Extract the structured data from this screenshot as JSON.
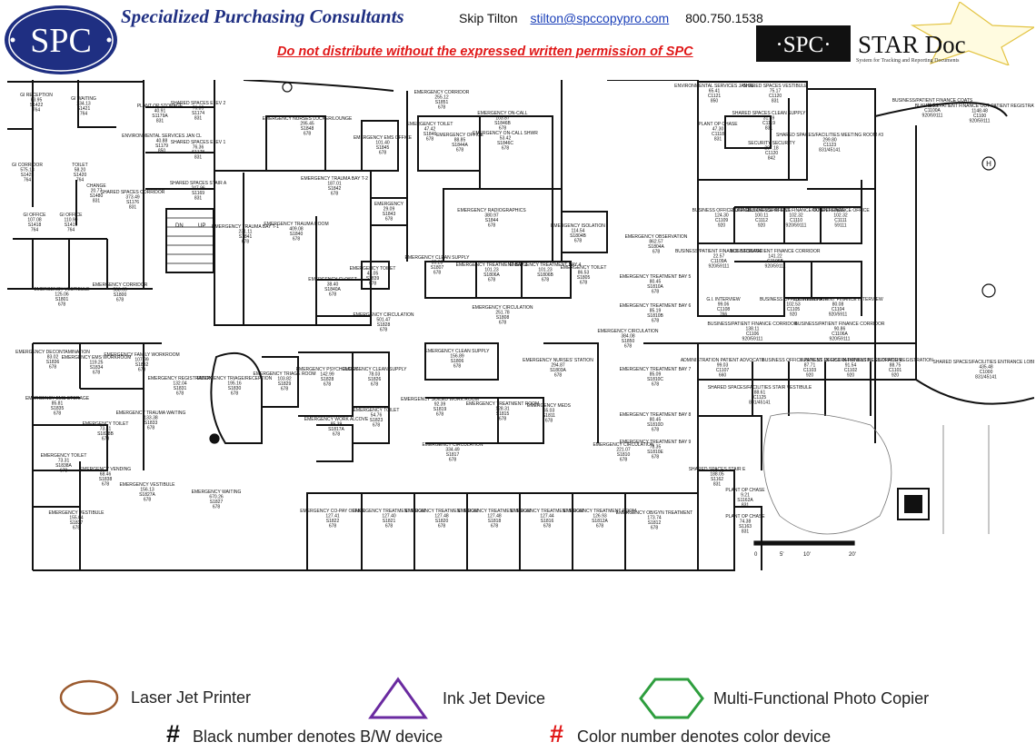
{
  "header": {
    "logo_text": "SPC",
    "company_name": "Specialized Purchasing Consultants",
    "contact_name": "Skip Tilton",
    "contact_email": "stilton@spccopypro.com",
    "contact_phone": "800.750.1538",
    "warning": "Do not distribute without the expressed written permission of SPC",
    "stardoc_brand": "·SPC·",
    "stardoc_title": "STAR Doc",
    "stardoc_tagline": "System for Tracking and Reporting Documents"
  },
  "rooms": [
    {
      "name": "GI RECEPTION",
      "area": "83.95",
      "number": "S1422",
      "dept": "764"
    },
    {
      "name": "GI WAITING",
      "area": "234.13",
      "number": "S1421",
      "dept": "764"
    },
    {
      "name": "GI CORRIDOR",
      "area": "575.13",
      "number": "S1425",
      "dept": "764"
    },
    {
      "name": "TOILET",
      "area": "58.20",
      "number": "S1420",
      "dept": "764"
    },
    {
      "name": "CHANGE",
      "area": "20.77",
      "number": "S1480",
      "dept": "831"
    },
    {
      "name": "GI OFFICE",
      "area": "107.08",
      "number": "S1418",
      "dept": "764"
    },
    {
      "name": "GI OFFICE",
      "area": "110.90",
      "number": "S1419",
      "dept": "764"
    },
    {
      "name": "PLANT OP STORAGE",
      "area": "40.91",
      "number": "S1179A",
      "dept": "831"
    },
    {
      "name": "SHARED SPACES ELEV 2",
      "area": "70.85",
      "number": "S1174",
      "dept": "831"
    },
    {
      "name": "ENVIRONMENTAL SERVICES JAN CL",
      "area": "40.88",
      "number": "S1179",
      "dept": "850"
    },
    {
      "name": "SHARED SPACES ELEV 1",
      "area": "76.36",
      "number": "S1178",
      "dept": "831"
    },
    {
      "name": "SHARED SPACES CORRIDOR",
      "area": "373.49",
      "number": "S1176",
      "dept": "831"
    },
    {
      "name": "SHARED SPACES STAIR A",
      "area": "247.96",
      "number": "S1169",
      "dept": "831"
    },
    {
      "name": "EMERGENCY NURSES LOCKER/LOUNGE",
      "area": "295.45",
      "number": "S1848",
      "dept": "678"
    },
    {
      "name": "EMERGENCY CORRIDOR",
      "area": "255.12",
      "number": "S1851",
      "dept": "678"
    },
    {
      "name": "EMERGENCY EMS OFFICE",
      "area": "101.40",
      "number": "S1845",
      "dept": "678"
    },
    {
      "name": "EMERGENCY TOILET",
      "area": "47.42",
      "number": "S1846",
      "dept": "678"
    },
    {
      "name": "EMERGENCY OFFICE",
      "area": "88.85",
      "number": "S1844A",
      "dept": "678"
    },
    {
      "name": "EMERGENCY ON-CALL",
      "area": "103.87",
      "number": "S1846B",
      "dept": "678"
    },
    {
      "name": "EMERGENCY ON-CALL SHWR",
      "area": "53.42",
      "number": "S1846C",
      "dept": "678"
    },
    {
      "name": "EMERGENCY TRAUMA BAY T-2",
      "area": "187.01",
      "number": "S1842",
      "dept": "678"
    },
    {
      "name": "EMERGENCY TRAUMA BAY T-1",
      "area": "231.11",
      "number": "S1841",
      "dept": "678"
    },
    {
      "name": "EMERGENCY TRAUMA ROOM",
      "area": "409.08",
      "number": "S1840",
      "dept": "678"
    },
    {
      "name": "EMERGENCY",
      "area": "29.09",
      "number": "S1843",
      "dept": "678"
    },
    {
      "name": "EMERGENCY RADIOGRAPHICS",
      "area": "380.97",
      "number": "S1844",
      "dept": "678"
    },
    {
      "name": "EMERGENCY ISOLATION",
      "area": "114.54",
      "number": "S1804B",
      "dept": "678"
    },
    {
      "name": "EMERGENCY OBSERVATION",
      "area": "862.57",
      "number": "S1804A",
      "dept": "678"
    },
    {
      "name": "EMERGENCY CLEAN SUPPLY",
      "area": "85.28",
      "number": "S1807",
      "dept": "678"
    },
    {
      "name": "EMERGENCY TREATMENT BAY 3",
      "area": "101.23",
      "number": "S1806A",
      "dept": "678"
    },
    {
      "name": "EMERGENCY TREATMENT BAY 4",
      "area": "101.23",
      "number": "S1806B",
      "dept": "678"
    },
    {
      "name": "EMERGENCY TOILET",
      "area": "86.53",
      "number": "S1805",
      "dept": "678"
    },
    {
      "name": "EMERGENCY TREATMENT BAY 5",
      "area": "80.45",
      "number": "S1810A",
      "dept": "678"
    },
    {
      "name": "EMERGENCY CLOSET",
      "area": "38.40",
      "number": "S1840A",
      "dept": "678"
    },
    {
      "name": "EMERGENCY TOILET",
      "area": "41.05",
      "number": "S1839",
      "dept": "678"
    },
    {
      "name": "EMERGENCY CORRIDOR",
      "area": "588.65",
      "number": "S1800",
      "dept": "678"
    },
    {
      "name": "EMERGENCY VESTIBULE",
      "area": "125.06",
      "number": "S1801",
      "dept": "678"
    },
    {
      "name": "EMERGENCY CIRCULATION",
      "area": "501.47",
      "number": "S1828",
      "dept": "678"
    },
    {
      "name": "EMERGENCY CIRCULATION",
      "area": "251.78",
      "number": "S1808",
      "dept": "678"
    },
    {
      "name": "EMERGENCY CIRCULATION",
      "area": "384.08",
      "number": "S1850",
      "dept": "678"
    },
    {
      "name": "EMERGENCY TREATMENT BAY 6",
      "area": "85.19",
      "number": "S1810B",
      "dept": "678"
    },
    {
      "name": "EMERGENCY DECONTAMINATION",
      "area": "83.02",
      "number": "S1836",
      "dept": "678"
    },
    {
      "name": "EMERGENCY EMS WORKROOM",
      "area": "119.25",
      "number": "S1834",
      "dept": "678"
    },
    {
      "name": "EMERGENCY FAMILY WORKROOM",
      "area": "107.99",
      "number": "S1832",
      "dept": "678"
    },
    {
      "name": "EMERGENCY REGISTRATION",
      "area": "132.04",
      "number": "S1831",
      "dept": "678"
    },
    {
      "name": "EMERGENCY TRIAGE/RECEPTION",
      "area": "195.16",
      "number": "S1830",
      "dept": "678"
    },
    {
      "name": "EMERGENCY TRIAGE ROOM",
      "area": "103.82",
      "number": "S1829",
      "dept": "678"
    },
    {
      "name": "EMERGENCY PSYCHOLOGY",
      "area": "142.99",
      "number": "S1828",
      "dept": "678"
    },
    {
      "name": "EMERGENCY CLEAN SUPPLY",
      "area": "78.03",
      "number": "S1826",
      "dept": "678"
    },
    {
      "name": "EMERGENCY CLEAN SUPPLY",
      "area": "156.89",
      "number": "S1806",
      "dept": "678"
    },
    {
      "name": "EMERGENCY NURSES' STATION",
      "area": "294.87",
      "number": "S1803A",
      "dept": "678"
    },
    {
      "name": "EMERGENCY TREATMENT BAY 7",
      "area": "85.09",
      "number": "S1810C",
      "dept": "678"
    },
    {
      "name": "EMERGENCY EMS STORAGE",
      "area": "85.81",
      "number": "S1835",
      "dept": "678"
    },
    {
      "name": "EMERGENCY TRAUMA WAITING",
      "area": "133.38",
      "number": "S1833",
      "dept": "678"
    },
    {
      "name": "EMERGENCY TOILET",
      "area": "54.76",
      "number": "S1823",
      "dept": "678"
    },
    {
      "name": "EMERGENCY WORK ALCOVE",
      "area": "85.39",
      "number": "S1817A",
      "dept": "678"
    },
    {
      "name": "EMERGENCY SOILED WORK ROOM",
      "area": "92.39",
      "number": "S1819",
      "dept": "678"
    },
    {
      "name": "EMERGENCY TREATMENT ROOM",
      "area": "128.31",
      "number": "S1815",
      "dept": "678"
    },
    {
      "name": "EMERGENCY MEDS",
      "area": "65.03",
      "number": "S1811",
      "dept": "678"
    },
    {
      "name": "EMERGENCY TREATMENT BAY 8",
      "area": "80.45",
      "number": "S1810D",
      "dept": "678"
    },
    {
      "name": "EMERGENCY TOILET",
      "area": "73.41",
      "number": "S1838B",
      "dept": "678"
    },
    {
      "name": "EMERGENCY TOILET",
      "area": "73.31",
      "number": "S1838A",
      "dept": "678"
    },
    {
      "name": "EMERGENCY VENDING",
      "area": "68.46",
      "number": "S1838",
      "dept": "678"
    },
    {
      "name": "EMERGENCY VESTIBULE",
      "area": "156.13",
      "number": "S1827A",
      "dept": "678"
    },
    {
      "name": "EMERGENCY CIRCULATION",
      "area": "334.49",
      "number": "S1817",
      "dept": "678"
    },
    {
      "name": "EMERGENCY CIRCULATION",
      "area": "221.07",
      "number": "S1810",
      "dept": "678"
    },
    {
      "name": "EMERGENCY TREATMENT BAY 9",
      "area": "78.35",
      "number": "S1810E",
      "dept": "678"
    },
    {
      "name": "EMERGENCY WAITING",
      "area": "670.26",
      "number": "S1827",
      "dept": "678"
    },
    {
      "name": "EMERGENCY VESTIBULE",
      "area": "155.04",
      "number": "S1837",
      "dept": "678"
    },
    {
      "name": "EMERGENCY CO-PAY OFFICE",
      "area": "127.41",
      "number": "S1822",
      "dept": "678"
    },
    {
      "name": "EMERGENCY TREATMENT ROOM",
      "area": "127.40",
      "number": "S1821",
      "dept": "678"
    },
    {
      "name": "EMERGENCY TREATMENT ROOM",
      "area": "127.48",
      "number": "S1820",
      "dept": "678"
    },
    {
      "name": "EMERGENCY TREATMENT ROOM",
      "area": "127.48",
      "number": "S1818",
      "dept": "678"
    },
    {
      "name": "EMERGENCY TREATMENT ROOM",
      "area": "127.44",
      "number": "S1816",
      "dept": "678"
    },
    {
      "name": "EMERGENCY TREATMENT ROOM",
      "area": "126.93",
      "number": "S1812A",
      "dept": "678"
    },
    {
      "name": "EMERGENCY OB/GYN TREATMENT",
      "area": "173.74",
      "number": "S1812",
      "dept": "678"
    },
    {
      "name": "ENVIRONMENTAL SERVICES JAN CL",
      "area": "65.41",
      "number": "C1121",
      "dept": "850"
    },
    {
      "name": "SHARED SPACES VESTIBULE",
      "area": "75.17",
      "number": "C1120",
      "dept": "831"
    },
    {
      "name": "SHARED SPACES CLEAN SUPPLY",
      "area": "31.39",
      "number": "C1119",
      "dept": "831"
    },
    {
      "name": "PLANT OP CHASE",
      "area": "47.30",
      "number": "C1118",
      "dept": "831"
    },
    {
      "name": "SECURITY SECURITY",
      "area": "207.18",
      "number": "C1120",
      "dept": "842"
    },
    {
      "name": "SHARED SPACES/FACILITIES MEETING ROOM #3",
      "area": "299.80",
      "number": "C1123",
      "dept": "831/45141"
    },
    {
      "name": "BUSINESS/PATIENT FINANCE COATS",
      "area": "11.64",
      "number": "C1100A",
      "dept": "920/59111"
    },
    {
      "name": "BUSINESS/PATIENT FINANCE OUT-PATIENT REGISTRATION",
      "area": "1148.48",
      "number": "C1100",
      "dept": "920/59111"
    },
    {
      "name": "BUSINESS OFFICE OFFICE",
      "area": "124.30",
      "number": "C1109",
      "dept": "920"
    },
    {
      "name": "BUSINESS OFFICE OFFICE",
      "area": "100.11",
      "number": "C1112",
      "dept": "920"
    },
    {
      "name": "BUSINESS/PATIENT FINANCE CONFERENCE",
      "area": "102.32",
      "number": "C1110",
      "dept": "920/59111"
    },
    {
      "name": "PATIENT FINANCE OFFICE",
      "area": "102.32",
      "number": "C1111",
      "dept": "59111"
    },
    {
      "name": "BUSINESS/PATIENT FINANCE STORAGE",
      "area": "22.57",
      "number": "C1109A",
      "dept": "920/59111"
    },
    {
      "name": "BUSINESS/PATIENT FINANCE CORRIDOR",
      "area": "141.22",
      "number": "C1106B",
      "dept": "920/59111"
    },
    {
      "name": "G.I. INTERVIEW",
      "area": "99.06",
      "number": "C1108",
      "dept": "766"
    },
    {
      "name": "BUSINESS OFFICE INTERVIEW",
      "area": "102.53",
      "number": "C1105",
      "dept": "920"
    },
    {
      "name": "BUSINESS/PATIENT FINANCE INTERVIEW",
      "area": "80.08",
      "number": "C1104",
      "dept": "920/5911"
    },
    {
      "name": "BUSINESS/PATIENT FINANCE CORRIDOR",
      "area": "138.11",
      "number": "C1106",
      "dept": "920/59111"
    },
    {
      "name": "BUSINESS/PATIENT FINANCE CORRIDOR",
      "area": "90.86",
      "number": "C1106A",
      "dept": "920/59111"
    },
    {
      "name": "ADMINISTRATION PATIENT ADVOCATE",
      "area": "99.03",
      "number": "C1107",
      "dept": "660"
    },
    {
      "name": "BUSINESS OFFICE PATIENT REGISTRATION",
      "area": "87.71",
      "number": "C1103",
      "dept": "920"
    },
    {
      "name": "BUSINESS OFFICE IN-PATIENT REGISTRATION",
      "area": "91.54",
      "number": "C1102",
      "dept": "920"
    },
    {
      "name": "BUSINESS OFFICE REGISTRATION",
      "area": "88.75",
      "number": "C1101",
      "dept": "920"
    },
    {
      "name": "SHARED SPACES/FACILITIES STAIR VESTIBULE",
      "area": "88.61",
      "number": "C1125",
      "dept": "831/45141"
    },
    {
      "name": "SHARED SPACES/FACILITIES ENTRANCE LOBBY",
      "area": "435.48",
      "number": "C1000",
      "dept": "831/45141"
    },
    {
      "name": "SHARED SPACES STAIR E",
      "area": "188.05",
      "number": "S1162",
      "dept": "831"
    },
    {
      "name": "PLANT OP CHASE",
      "area": "9.21",
      "number": "S1162A",
      "dept": "831"
    },
    {
      "name": "PLANT OP CHASE",
      "area": "74.38",
      "number": "S1163",
      "dept": "831"
    }
  ],
  "plan_markers": {
    "section_mark": "H",
    "stair_dn": "DN",
    "stair_up": "UP",
    "scale_ticks": [
      "0",
      "5'",
      "10'",
      "20'"
    ]
  },
  "legend": {
    "laser": {
      "label": "Laser Jet Printer",
      "color": "#9b5a2e"
    },
    "inkjet": {
      "label": "Ink Jet Device",
      "color": "#6a2aa0"
    },
    "mfp": {
      "label": "Multi-Functional Photo Copier",
      "color": "#2e9e3e"
    },
    "bw": {
      "symbol": "#",
      "label": "Black number denotes B/W device",
      "color": "#111111"
    },
    "color": {
      "symbol": "#",
      "label": "Color number denotes color device",
      "color": "#e01818"
    }
  }
}
